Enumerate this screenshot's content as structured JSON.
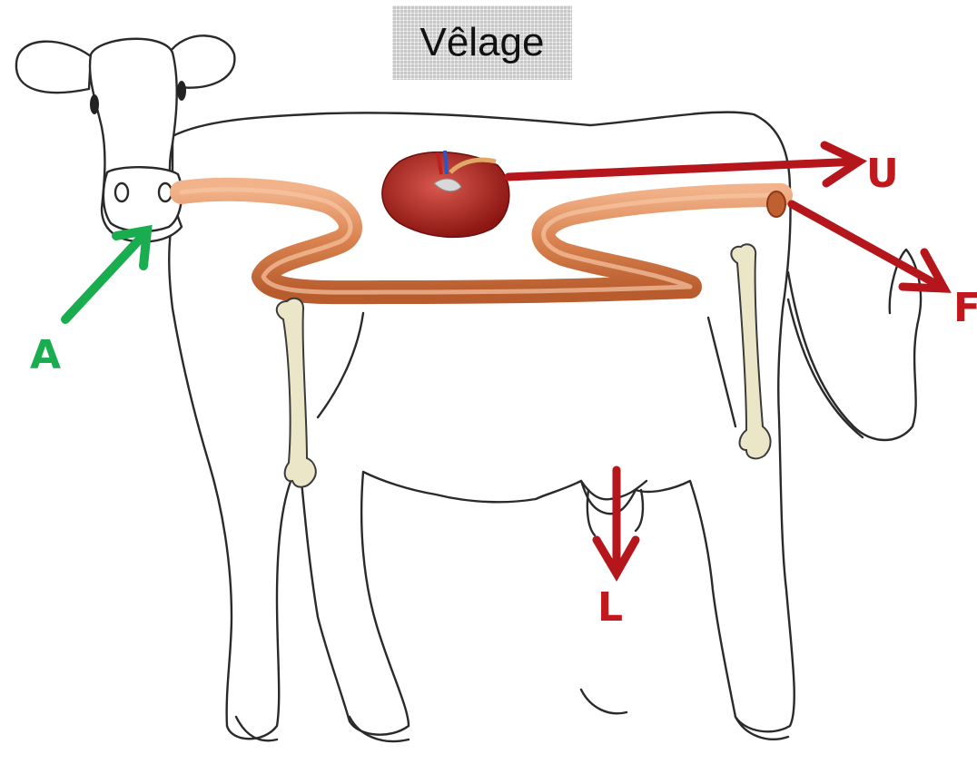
{
  "title": "Vêlage",
  "labels": {
    "input": "A",
    "urine": "U",
    "feces": "F",
    "milk": "L"
  },
  "colors": {
    "input_arrow": "#1aad4f",
    "output_arrows": "#b5161b",
    "intestine": "#d9824f",
    "kidney": "#a3211c",
    "bone": "#ece6c8",
    "outline": "#2a2a2a"
  },
  "icons": [
    "cow-outline",
    "kidney-icon",
    "intestine-icon",
    "bone-icon"
  ]
}
